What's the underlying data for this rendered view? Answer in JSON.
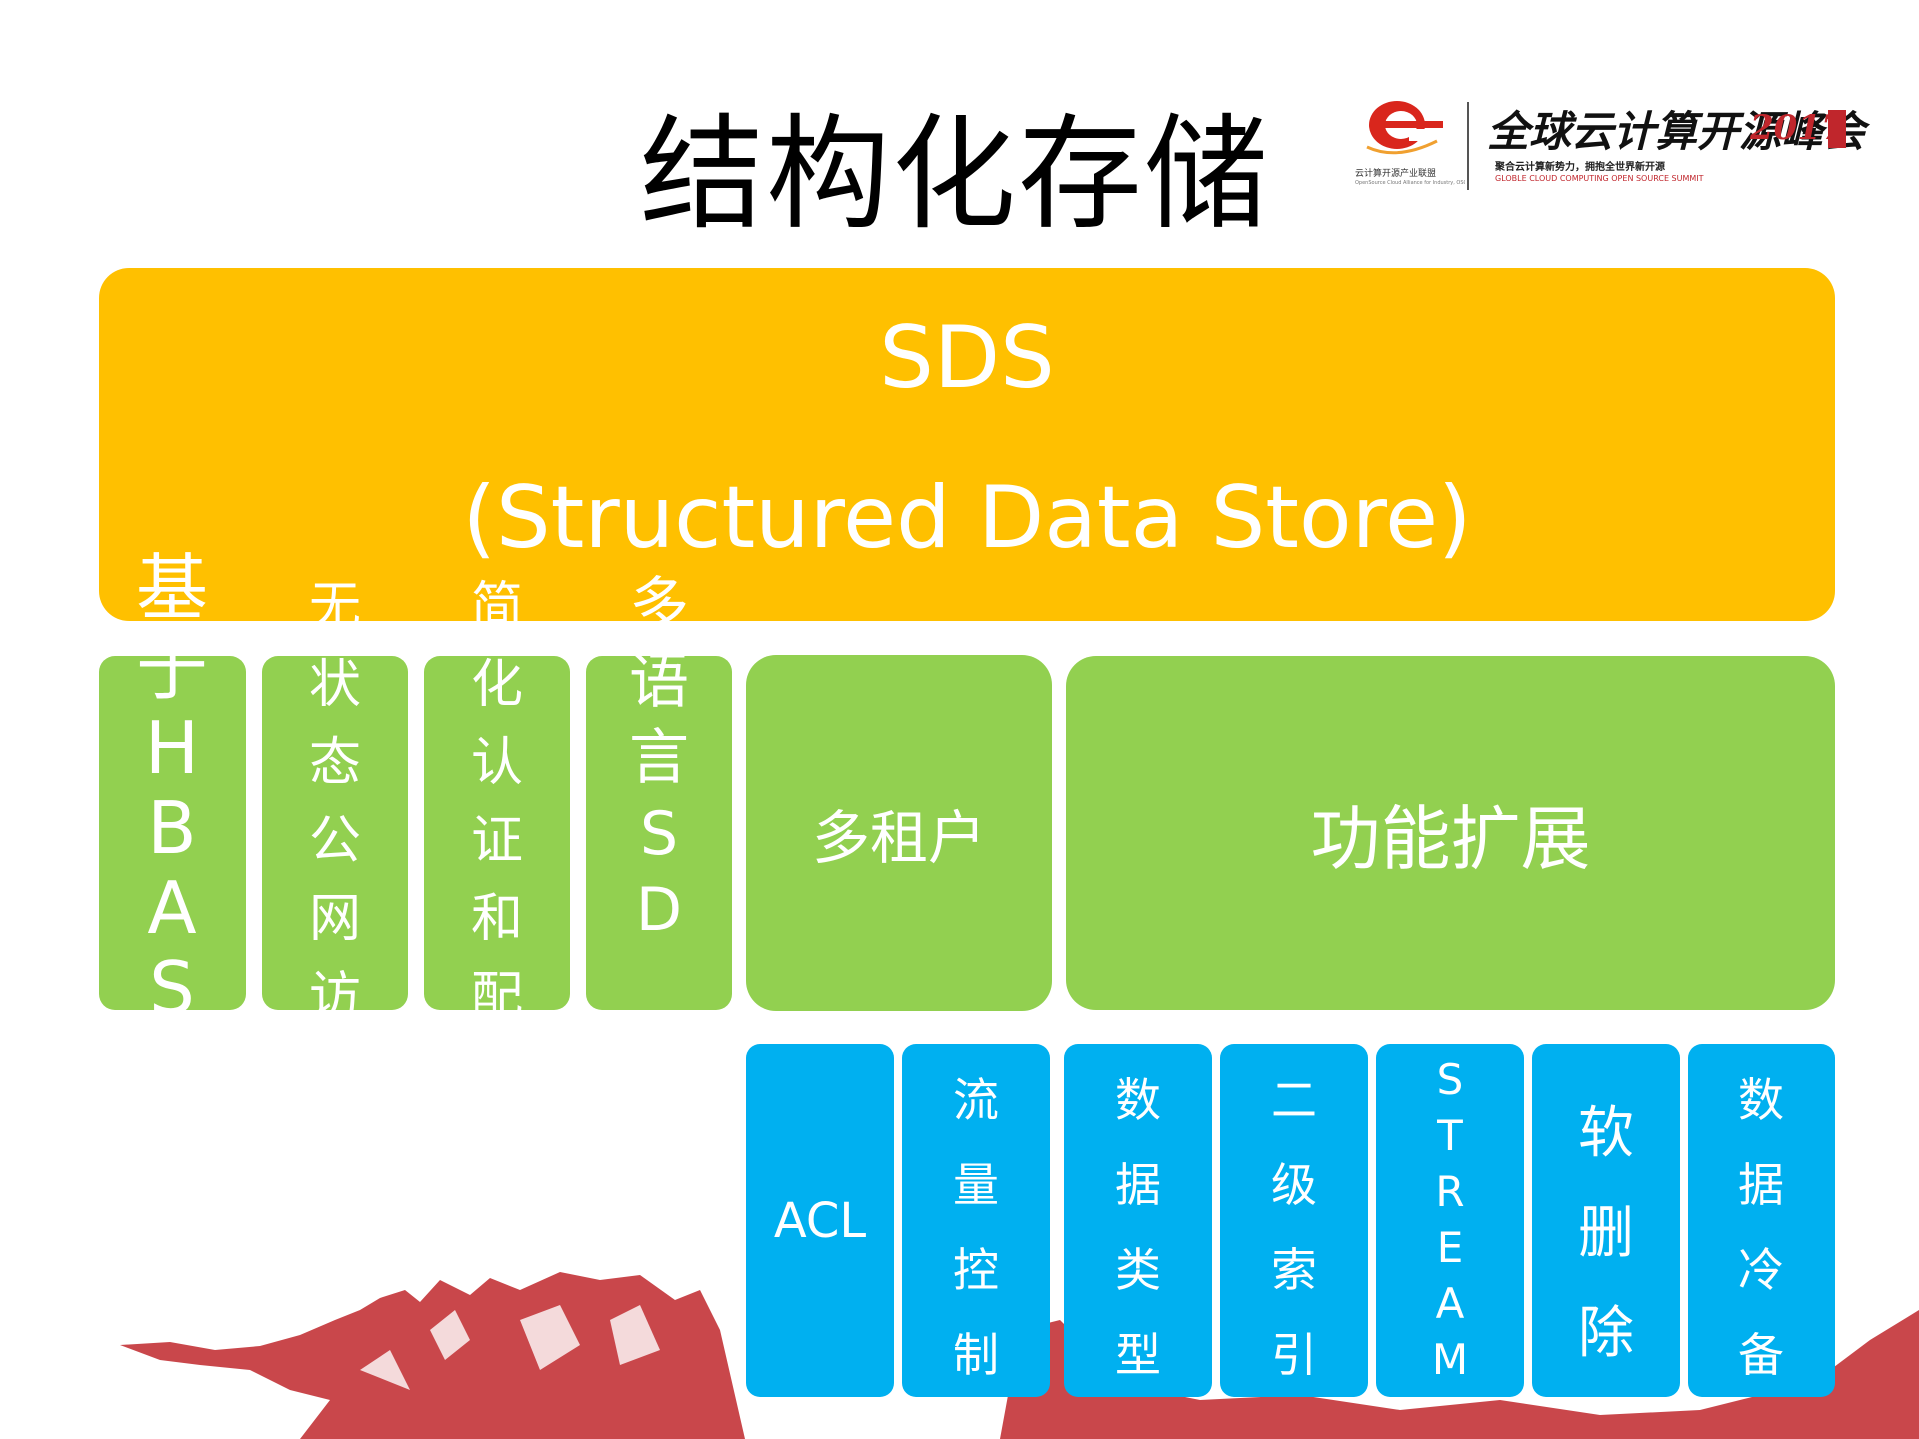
{
  "title": "结构化存储",
  "logo": {
    "org_cn": "云计算开源产业联盟",
    "org_en": "OpenSource Cloud Alliance for Industry, OSCAR",
    "summit_name": "全球云计算开源峰会",
    "summit_year": "2017",
    "slogan": "聚合云计算新势力，拥抱全世界新开源",
    "summit_en": "GLOBLE CLOUD COMPUTING OPEN SOURCE SUMMIT",
    "accent_color": "#c0262c"
  },
  "sds": {
    "line1": "SDS",
    "line2": "(Structured Data Store)",
    "color": "#ffc000"
  },
  "features": {
    "color": "#92d050",
    "items": [
      {
        "id": "hbase",
        "text": "基于HBAS"
      },
      {
        "id": "stateless",
        "text": "无状态公网访"
      },
      {
        "id": "auth",
        "text": "简化认证和配"
      },
      {
        "id": "sdk",
        "text": "多语言SD"
      },
      {
        "id": "tenant",
        "text": "多租户"
      },
      {
        "id": "extension",
        "text": "功能扩展"
      }
    ]
  },
  "extensions": {
    "color": "#00b0f0",
    "items": [
      {
        "id": "acl",
        "text": "ACL"
      },
      {
        "id": "flow",
        "text": "流量控制"
      },
      {
        "id": "types",
        "text": "数据类型"
      },
      {
        "id": "index",
        "text": "二级索引"
      },
      {
        "id": "stream",
        "text": "STREAM"
      },
      {
        "id": "softdel",
        "text": "软删除"
      },
      {
        "id": "coldbackup",
        "text": "数据冷备"
      }
    ]
  }
}
